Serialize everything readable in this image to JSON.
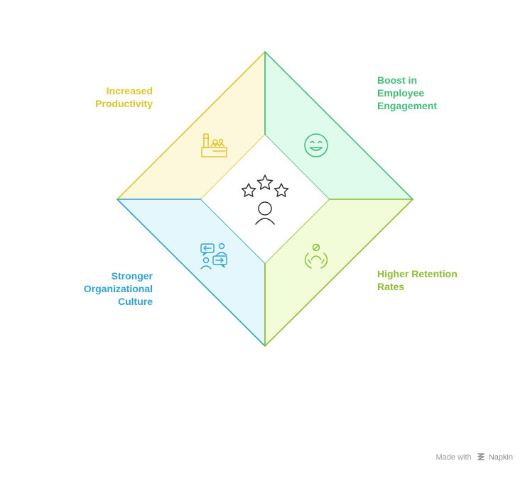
{
  "quadrants": [
    {
      "id": "tl",
      "lines": [
        "Increased",
        "Productivity"
      ],
      "icon": "factory-icon",
      "color": "#e0c52a",
      "fill": "#fdf8dc"
    },
    {
      "id": "tr",
      "lines": [
        "Boost in",
        "Employee",
        "Engagement"
      ],
      "icon": "smiley-face-icon",
      "color": "#3fbf79",
      "fill": "#dffbec"
    },
    {
      "id": "bl",
      "lines": [
        "Stronger",
        "Organizational",
        "Culture"
      ],
      "icon": "conversation-icon",
      "color": "#2ba3d4",
      "fill": "#e4f7fd"
    },
    {
      "id": "br",
      "lines": [
        "Higher Retention",
        "Rates"
      ],
      "icon": "hands-holding-person-icon",
      "color": "#8bbf2d",
      "fill": "#f2fcd8"
    }
  ],
  "center": {
    "icon": "person-with-stars-icon"
  },
  "footer": {
    "prefix": "Made with",
    "brand": "Napkin",
    "icon": "napkin-logo-icon"
  }
}
